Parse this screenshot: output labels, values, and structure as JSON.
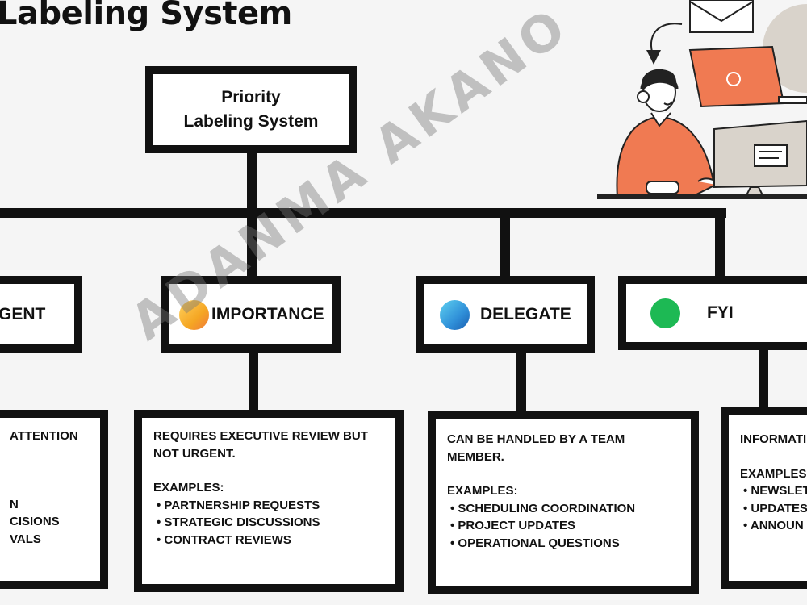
{
  "title": "Labeling System",
  "root": {
    "line1": "Priority",
    "line2": "Labeling System"
  },
  "categories": [
    {
      "label": "GENT",
      "dot_color": ""
    },
    {
      "label": "IMPORTANCE",
      "dot_color": "#f5a623"
    },
    {
      "label": "DELEGATE",
      "dot_color": "#2f8fd8"
    },
    {
      "label": "FYI",
      "dot_color": "#1db954"
    }
  ],
  "descriptions": [
    {
      "lines": [
        "ATTENTION",
        ""
      ],
      "examples_label": "",
      "items": [
        "N",
        "CISIONS",
        "VALS"
      ]
    },
    {
      "lines": [
        "REQUIRES EXECUTIVE REVIEW BUT",
        "NOT URGENT."
      ],
      "examples_label": "EXAMPLES:",
      "items": [
        "PARTNERSHIP REQUESTS",
        "STRATEGIC DISCUSSIONS",
        "CONTRACT REVIEWS"
      ]
    },
    {
      "lines": [
        "CAN BE HANDLED BY A TEAM",
        "MEMBER."
      ],
      "examples_label": "EXAMPLES:",
      "items": [
        "SCHEDULING COORDINATION",
        "PROJECT UPDATES",
        "OPERATIONAL QUESTIONS"
      ]
    },
    {
      "lines": [
        "INFORMATI",
        ""
      ],
      "examples_label": "EXAMPLES",
      "items": [
        "NEWSLET",
        "UPDATES",
        "ANNOUN"
      ]
    }
  ],
  "watermark": "ADANMA AKANO",
  "colors": {
    "line": "#111111",
    "illustration_accent": "#f07a52",
    "illustration_gray": "#d9d3cb"
  }
}
